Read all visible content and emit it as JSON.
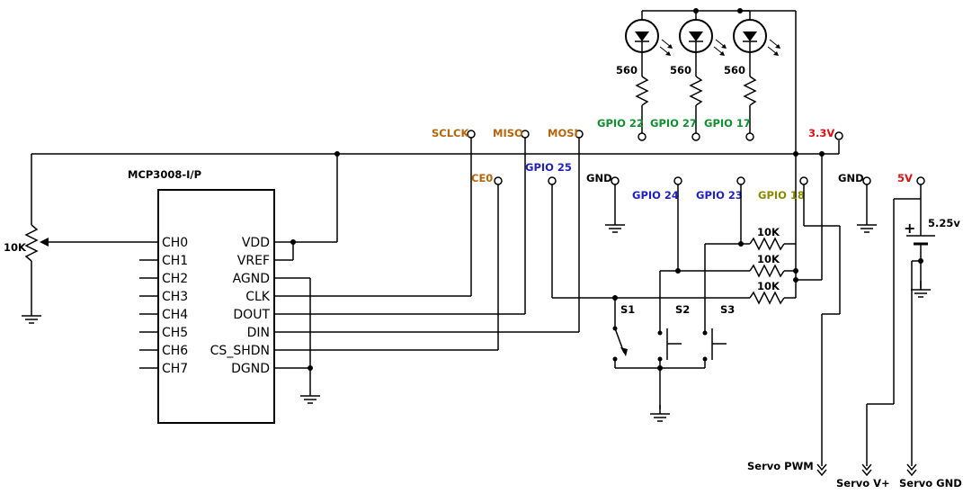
{
  "chip": {
    "name": "MCP3008-I/P",
    "left_pins": [
      "CH0",
      "CH1",
      "CH2",
      "CH3",
      "CH4",
      "CH5",
      "CH6",
      "CH7"
    ],
    "right_pins": [
      "VDD",
      "VREF",
      "AGND",
      "CLK",
      "DOUT",
      "DIN",
      "CS_SHDN",
      "DGND"
    ]
  },
  "signals": {
    "sclk": "SCLCK",
    "miso": "MISO",
    "mosi": "MOSI",
    "ce0": "CE0",
    "gpio25": "GPIO 25",
    "gnd1": "GND",
    "gpio24": "GPIO 24",
    "gpio23": "GPIO 23",
    "gpio18": "GPIO 18",
    "v33": "3.3V",
    "gnd2": "GND",
    "v5": "5V",
    "gpio22": "GPIO 22",
    "gpio27": "GPIO 27",
    "gpio17": "GPIO 17"
  },
  "components": {
    "pot": "10K",
    "led_resistors": [
      "560",
      "560",
      "560"
    ],
    "pullups": [
      "10K",
      "10K",
      "10K"
    ],
    "switches": [
      "S1",
      "S2",
      "S3"
    ],
    "battery": "5.25v"
  },
  "outputs": {
    "servo_pwm": "Servo PWM",
    "servo_vplus": "Servo V+",
    "servo_gnd": "Servo GND"
  },
  "colors": {
    "orange": "#b8650a",
    "blue": "#1f1fc8",
    "green": "#109030",
    "olive": "#8a8a00",
    "red": "#e01010",
    "black": "#000000"
  }
}
